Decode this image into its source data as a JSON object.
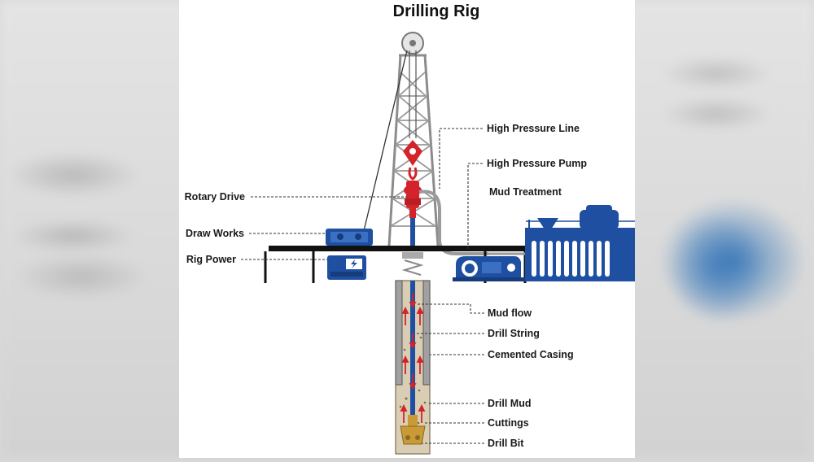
{
  "title": "Drilling Rig",
  "labels": {
    "high_pressure_line": "High Pressure Line",
    "high_pressure_pump": "High Pressure Pump",
    "mud_treatment": "Mud Treatment",
    "rotary_drive": "Rotary Drive",
    "draw_works": "Draw Works",
    "rig_power": "Rig Power",
    "mud_flow": "Mud flow",
    "drill_string": "Drill String",
    "cemented_casing": "Cemented Casing",
    "drill_mud": "Drill Mud",
    "cuttings": "Cuttings",
    "drill_bit": "Drill Bit"
  },
  "colors": {
    "equipment_blue": "#1f4fa0",
    "rig_red": "#d4232a",
    "derrick_gray": "#8c8c8c",
    "mud_tan": "#d9cdb4",
    "casing_gray": "#a0a0a0",
    "bit_gold": "#c99a35"
  }
}
